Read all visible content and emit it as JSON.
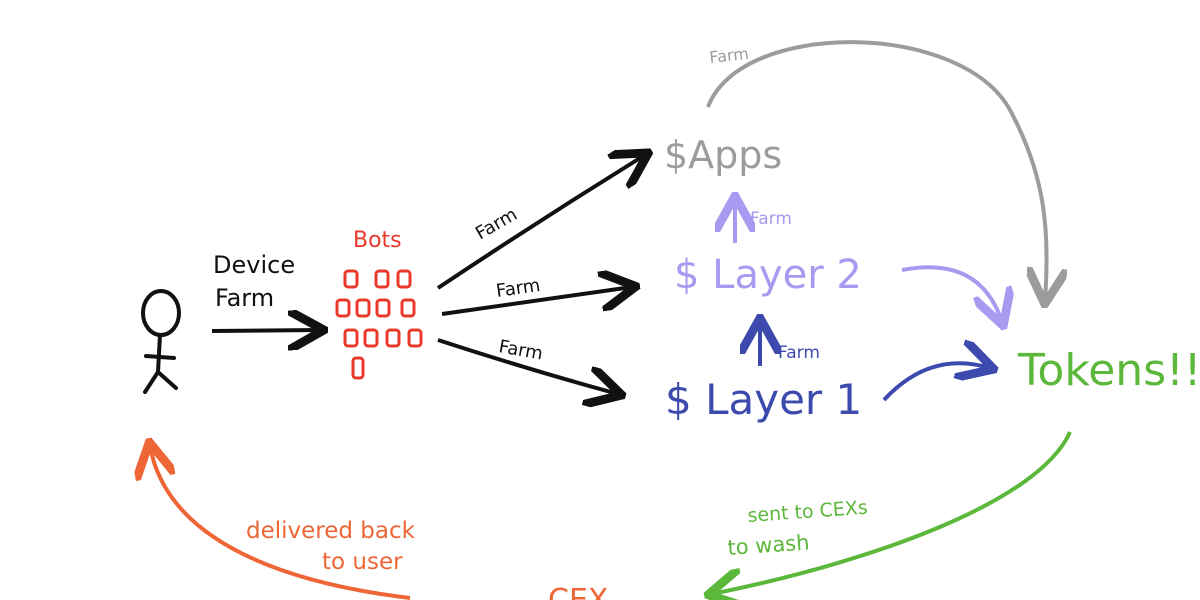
{
  "labels": {
    "device_farm_line1": "Device",
    "device_farm_line2": "Farm",
    "bots": "Bots",
    "farm_apps": "Farm",
    "farm_layer2": "Farm",
    "farm_layer1": "Farm",
    "farm_top": "Farm",
    "farm_up_l2": "Farm",
    "farm_up_l1": "Farm",
    "apps": "$Apps",
    "layer2": "$ Layer 2",
    "layer1": "$ Layer 1",
    "tokens": "Tokens!!",
    "sent_line1": "sent to CEXs",
    "sent_line2": "to wash",
    "delivered_line1": "delivered back",
    "delivered_line2": "to user",
    "cex": "CEX"
  },
  "colors": {
    "black": "#111111",
    "red": "#e8392b",
    "gray": "#9c9c9c",
    "light_purple": "#a89af0",
    "navy": "#3c4aae",
    "green": "#5cb83a",
    "orange": "#ee6636"
  }
}
